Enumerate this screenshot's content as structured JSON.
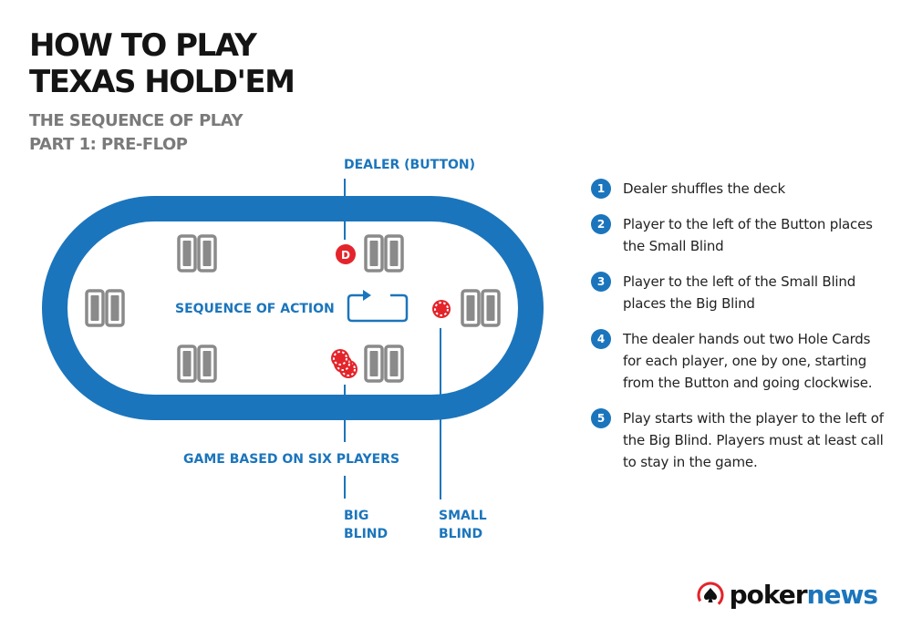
{
  "header": {
    "title_line1": "HOW TO PLAY",
    "title_line2": "TEXAS HOLD'EM",
    "subtitle_line1": "THE SEQUENCE OF PLAY",
    "subtitle_line2": "PART 1: PRE-FLOP"
  },
  "diagram": {
    "dealer_label": "DEALER (BUTTON)",
    "dealer_chip_letter": "D",
    "sequence_label": "SEQUENCE OF ACTION",
    "game_label": "GAME BASED ON SIX PLAYERS",
    "big_blind_line1": "BIG",
    "big_blind_line2": "BLIND",
    "small_blind_line1": "SMALL",
    "small_blind_line2": "BLIND",
    "player_count": 6
  },
  "steps": [
    {
      "num": "1",
      "text": "Dealer shuffles the deck"
    },
    {
      "num": "2",
      "text": "Player to the left of the Button places the Small Blind"
    },
    {
      "num": "3",
      "text": "Player to the left of the Small Blind places the Big Blind"
    },
    {
      "num": "4",
      "text": "The dealer hands out two Hole Cards for each player, one by one, starting from the Button and going clockwise."
    },
    {
      "num": "5",
      "text": "Play starts with the player to the left of the Big Blind. Players must at least call to stay in the game."
    }
  ],
  "logo": {
    "part1": "poker",
    "part2": "news"
  },
  "colors": {
    "brand_blue": "#1b75bc",
    "chip_red": "#e4242b",
    "card_gray": "#8a8a8a",
    "title": "#141414",
    "subtitle": "#7a7a7a"
  }
}
